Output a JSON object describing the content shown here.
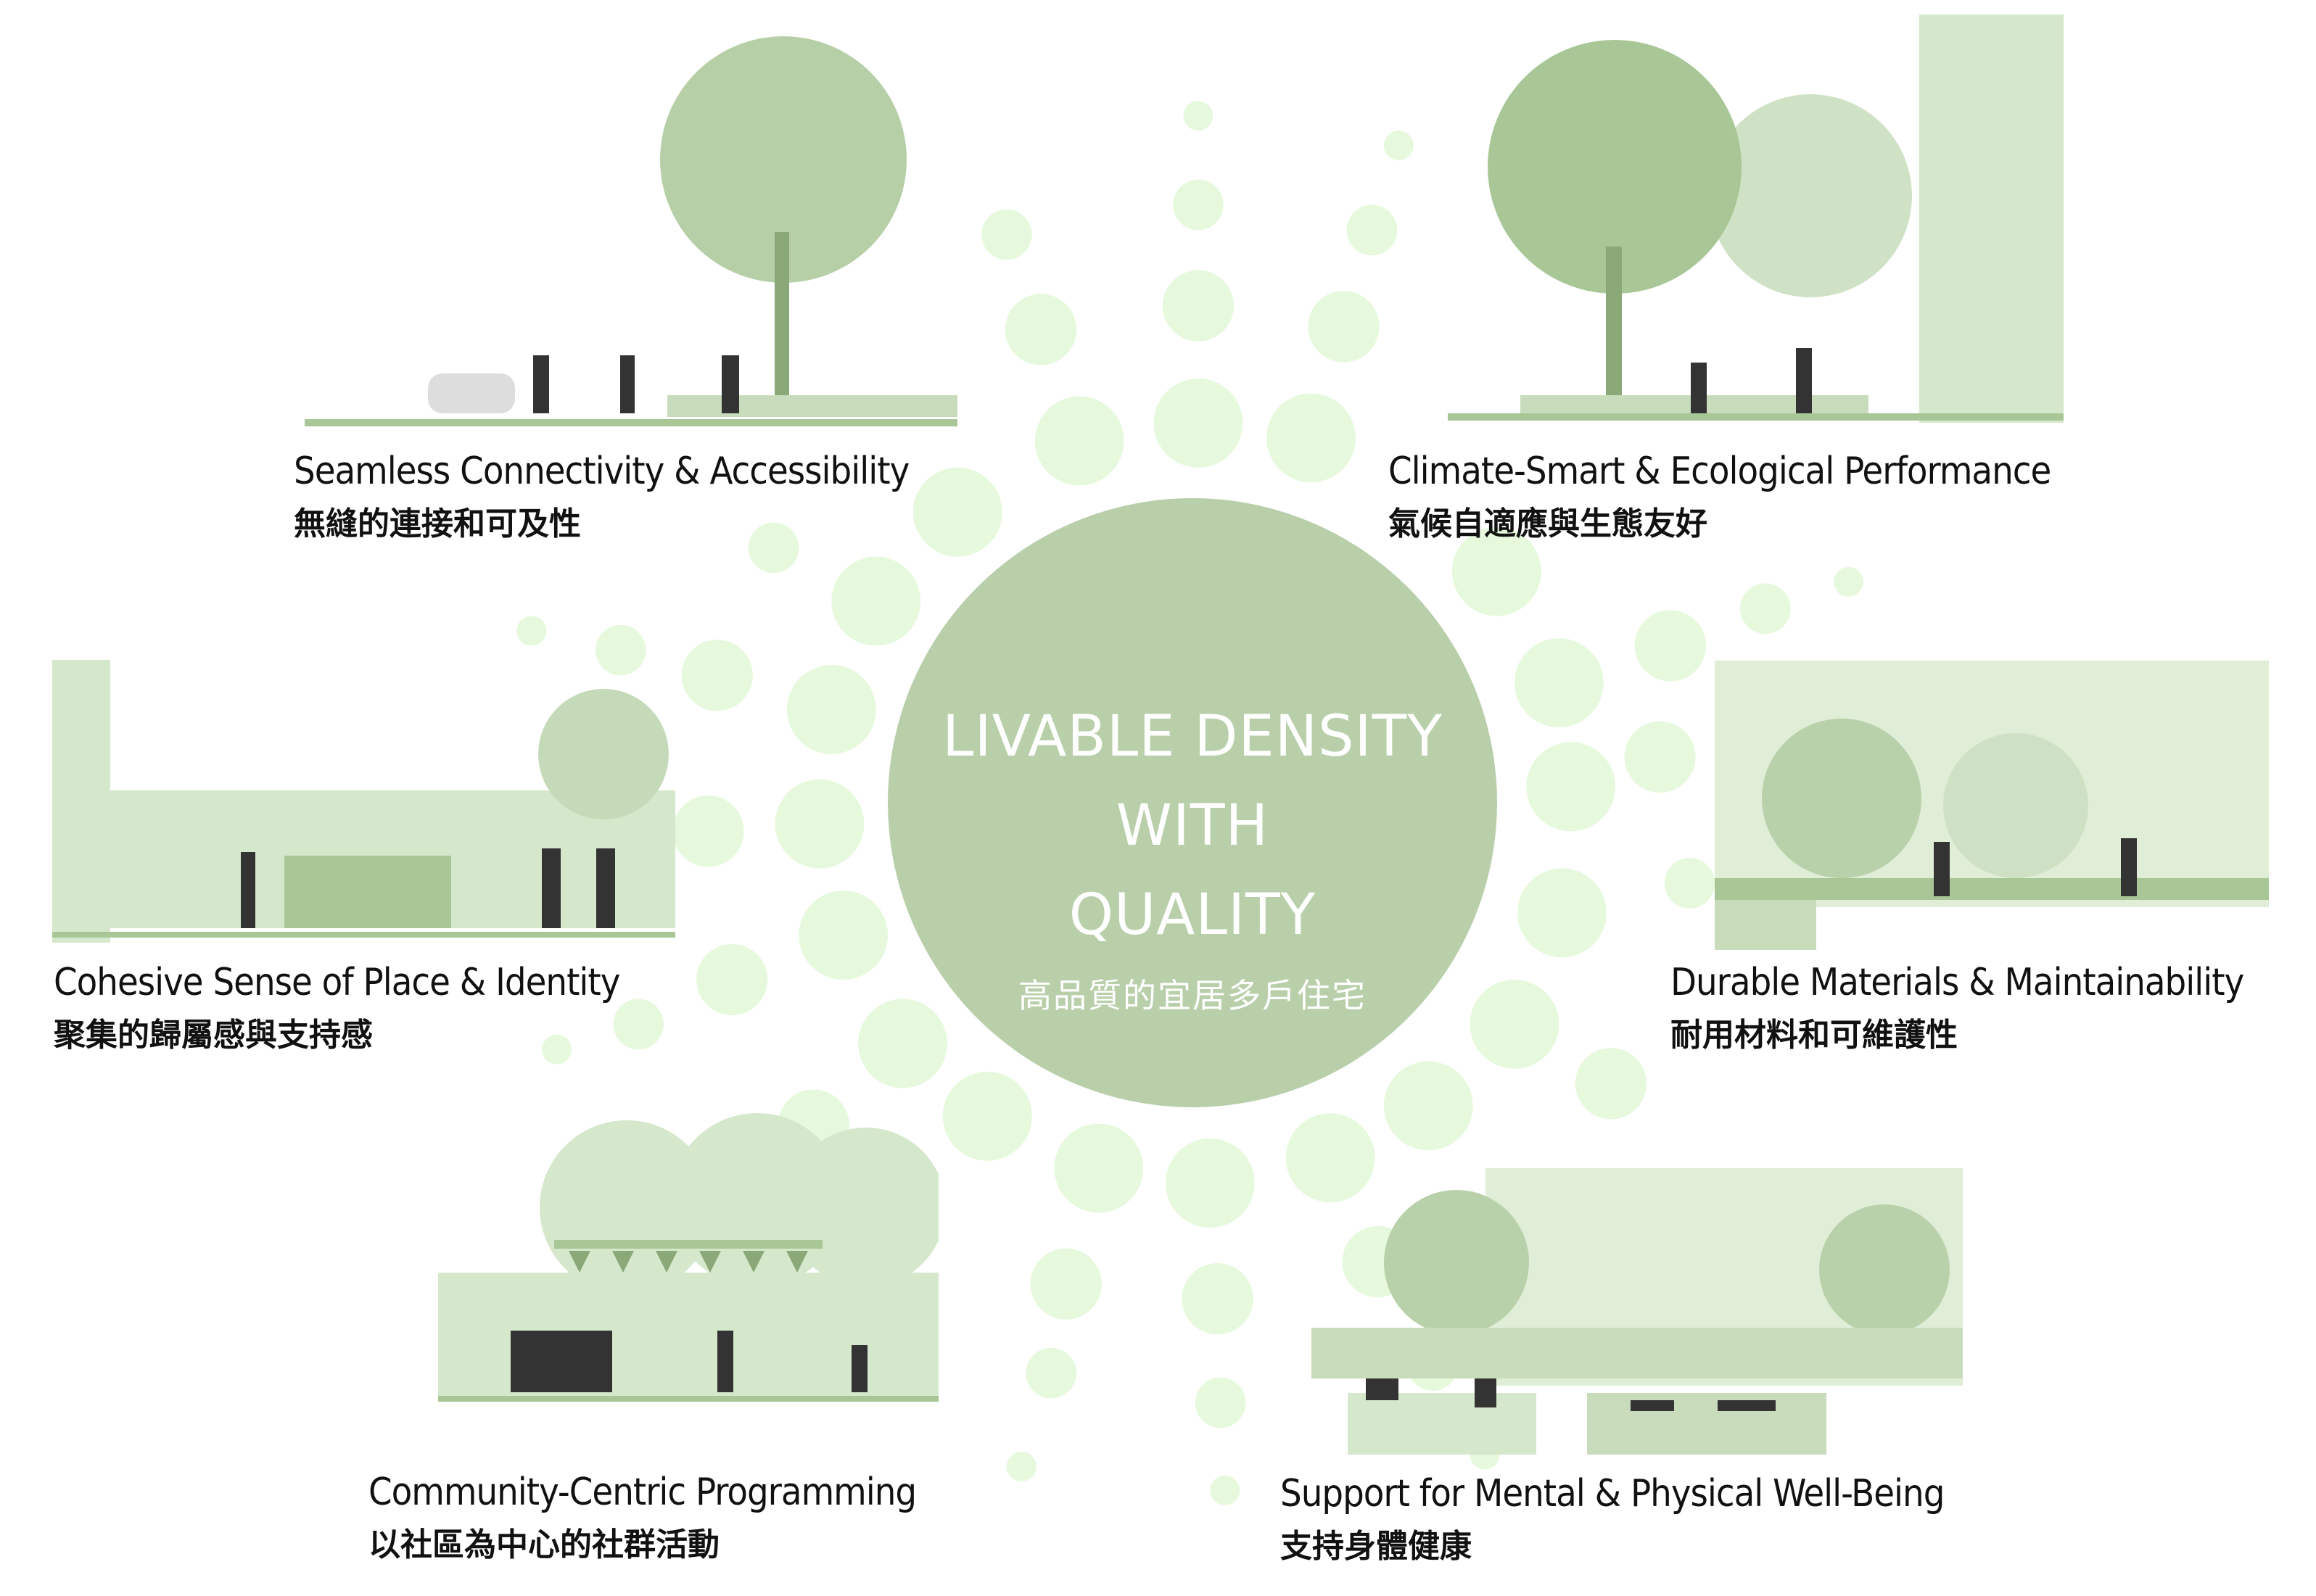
{
  "center": {
    "line1": "LIVABLE DENSITY",
    "line2": "WITH",
    "line3": "QUALITY",
    "subtitle_cn": "高品質的宜居多戶住宅",
    "color": "#b8cfaa"
  },
  "themes": [
    {
      "en": "Seamless Connectivity & Accessibility",
      "cn": "無縫的連接和可及性"
    },
    {
      "en": "Climate-Smart & Ecological Performance",
      "cn": "氣候自適應與生態友好"
    },
    {
      "en": "Cohesive Sense of Place & Identity",
      "cn": "聚集的歸屬感與支持感"
    },
    {
      "en": "Durable Materials & Maintainability",
      "cn": "耐用材料和可維護性"
    },
    {
      "en": "Community-Centric Programming",
      "cn": "以社區為中心的社群活動"
    },
    {
      "en": "Support for Mental & Physical Well-Being",
      "cn": "支持身體健康"
    }
  ],
  "colors": {
    "dot": "#e6f9dc",
    "panel_green": "#a9c796",
    "silhouette": "#333333"
  }
}
